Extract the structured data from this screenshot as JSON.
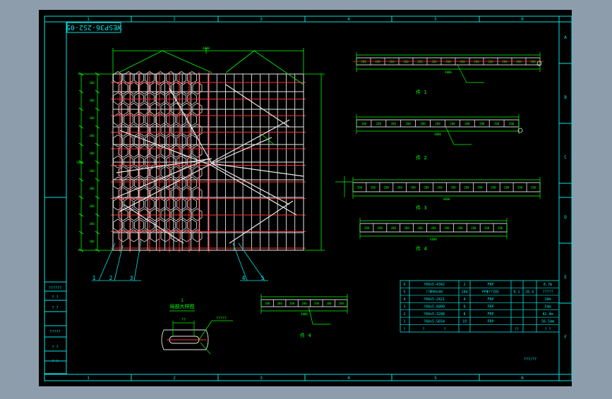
{
  "drawing_number": "WESP36-2S2-05",
  "zone_numbers": [
    "1",
    "2",
    "3",
    "4",
    "5",
    "6"
  ],
  "zone_letters": [
    "A",
    "B",
    "C",
    "D",
    "E",
    "F"
  ],
  "plan_callouts": [
    "1",
    "2",
    "3",
    "4",
    "5"
  ],
  "view_labels": {
    "view1": "件 1",
    "view2": "件 2",
    "view3": "件 3",
    "view4": "件 4",
    "view5": "件 4",
    "detail": "局部大样图"
  },
  "left_strip": [
    "??????",
    "? ?",
    "? ?",
    "?????",
    "? ?",
    "? ?"
  ],
  "bom": {
    "rows": [
      {
        "no": "6",
        "code": "?60x5-4342",
        "qty": "2",
        "material": "FRP",
        "weight": "8.7m"
      },
      {
        "no": "5",
        "code": "??Φ90x40",
        "qty": "284",
        "material": "PPΦ??Z05",
        "unit": "0.1",
        "total": "28.4",
        "weight": "?????"
      },
      {
        "no": "4",
        "code": "?60x5-2421",
        "qty": "4",
        "material": "FRP",
        "weight": "10m"
      },
      {
        "no": "3",
        "code": "?60x5-6800",
        "qty": "8",
        "material": "FRP",
        "weight": "54m"
      },
      {
        "no": "2",
        "code": "?60x5-3288",
        "qty": "8",
        "material": "FRP",
        "weight": "42.4m"
      },
      {
        "no": "1",
        "code": "?60x5-5654",
        "qty": "10",
        "material": "FRP",
        "weight": "56.54m"
      }
    ],
    "header": {
      "c1": "?",
      "c2": "?",
      "c3": "?",
      "c4": "??",
      "c5": "? ?"
    }
  },
  "corner_note": "???/??",
  "colors": {
    "background": "#000000",
    "frame": "#00e5e5",
    "dimension": "#00ff00",
    "red_line": "#ff3030",
    "grid": "#e8e8e8",
    "white": "#ffffff",
    "window_bg": "#8e9dab"
  }
}
